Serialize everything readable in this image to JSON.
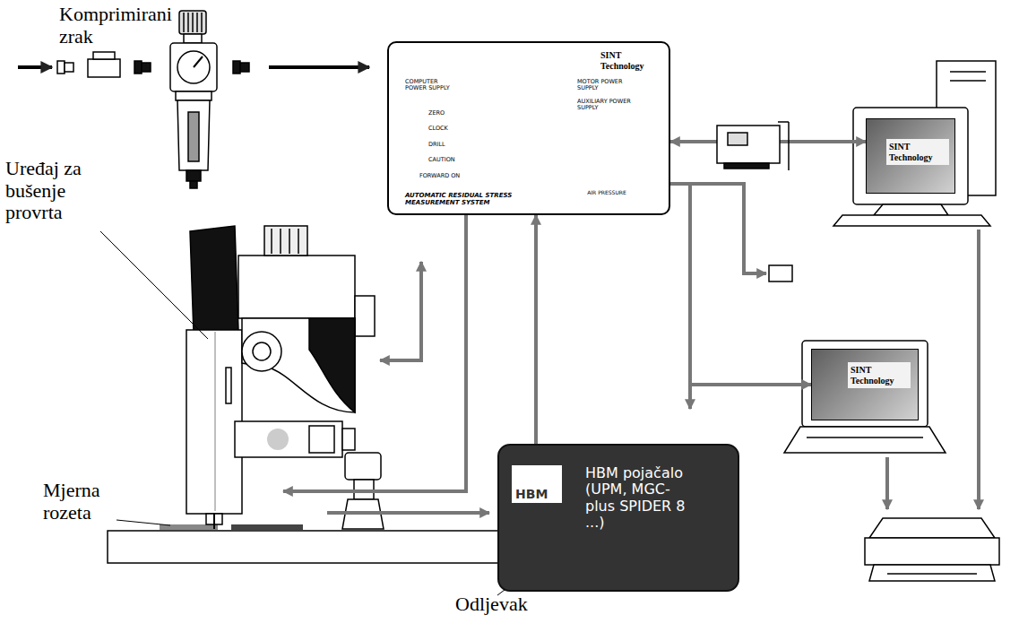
{
  "diagram": {
    "nodes": [
      {
        "text": [
          "SINT Technology",
          "COMPUTER POWER SUPPLY",
          "MOTOR POWER SUPPLY",
          "AUXILIARY POWER SUPPLY",
          "ZERO",
          "CLOCK",
          "DRILL",
          "CAUTION",
          "FORWARD ON",
          "AUTOMATIC RESIDUAL STRESS MEASUREMENT SYSTEM",
          "AIR PRESSURE"
        ]
      },
      {
        "text": [
          "HBM",
          "HBM pojačalo (UPM, MGC-plus SPIDER 8 ...)"
        ]
      },
      {
        "text": [
          "SINT Technology"
        ]
      },
      {
        "text": [
          "SINT Technology"
        ]
      }
    ],
    "edges": [
      {
        "from": 0,
        "to": 2,
        "arrow": "both"
      },
      {
        "from": 1,
        "to": 0,
        "arrow": "to"
      },
      {
        "from": 0,
        "to": 3,
        "arrow": "to"
      }
    ],
    "labels": [
      "Komprimirani zrak",
      "Uređaj za bušenje provrta",
      "Mjerna rozeta",
      "Odljevak"
    ]
  }
}
